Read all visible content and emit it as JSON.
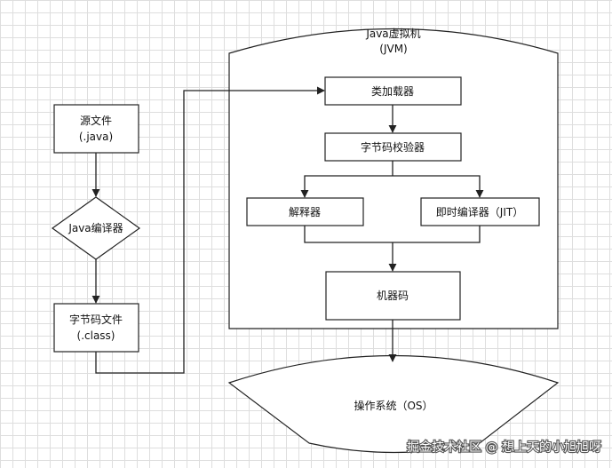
{
  "diagram": {
    "jvm_title_line1": "Java虚拟机",
    "jvm_title_line2": "(JVM)",
    "source_file_line1": "源文件",
    "source_file_line2": "(.java)",
    "java_compiler": "Java编译器",
    "bytecode_file_line1": "字节码文件",
    "bytecode_file_line2": "(.class)",
    "class_loader": "类加载器",
    "bytecode_verifier": "字节码校验器",
    "interpreter": "解释器",
    "jit_compiler": "即时编译器（JIT）",
    "machine_code": "机器码",
    "operating_system": "操作系统（OS）"
  },
  "watermark": "掘金技术社区 @ 想上天的小旭旭呀"
}
